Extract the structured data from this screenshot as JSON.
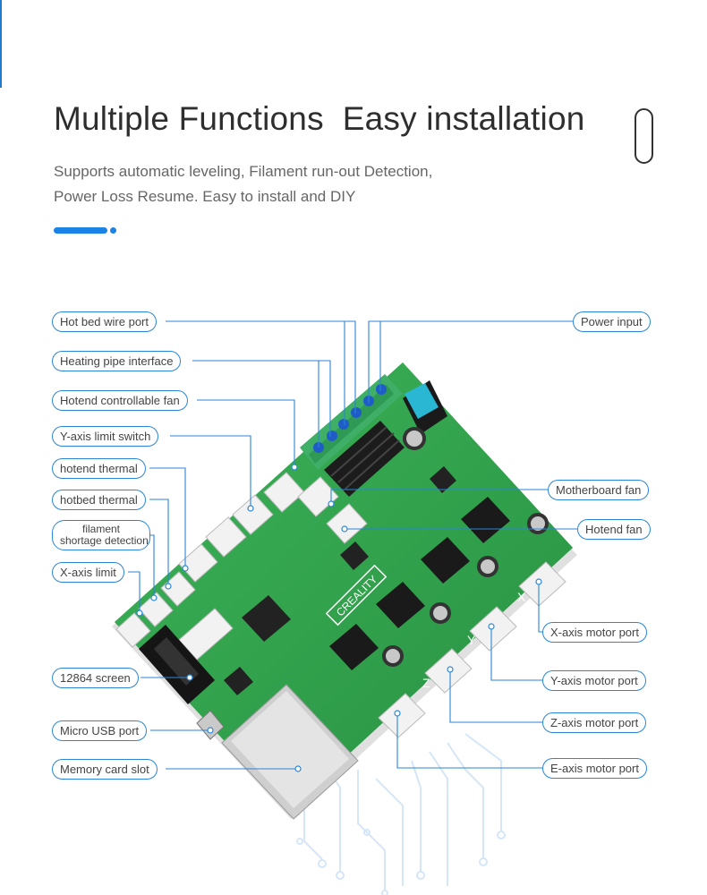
{
  "header": {
    "title": "Multiple Functions  Easy installation",
    "subtitle_line1": "Supports automatic leveling, Filament run-out Detection,",
    "subtitle_line2": "Power Loss Resume. Easy to install and DIY"
  },
  "colors": {
    "accent": "#1b82e6",
    "board": "#2fa44a",
    "terminal": "#3cb371"
  },
  "board": {
    "brand_text": "CREALITY"
  },
  "labels": {
    "hot_bed_wire_port": "Hot bed wire port",
    "heating_pipe_interface": "Heating pipe interface",
    "hotend_controllable_fan": "Hotend controllable fan",
    "y_axis_limit_switch": "Y-axis limit switch",
    "hotend_thermal": "hotend thermal",
    "hotbed_thermal": "hotbed thermal",
    "filament_shortage_line1": "filament",
    "filament_shortage_line2": "shortage detection",
    "x_axis_limit": "X-axis limit",
    "screen_12864": "12864 screen",
    "micro_usb_port": "Micro USB port",
    "memory_card_slot": "Memory card slot",
    "power_input": "Power input",
    "motherboard_fan": "Motherboard fan",
    "hotend_fan": "Hotend fan",
    "x_axis_motor_port": "X-axis motor port",
    "y_axis_motor_port": "Y-axis motor port",
    "z_axis_motor_port": "Z-axis motor port",
    "e_axis_motor_port": "E-axis motor port"
  }
}
